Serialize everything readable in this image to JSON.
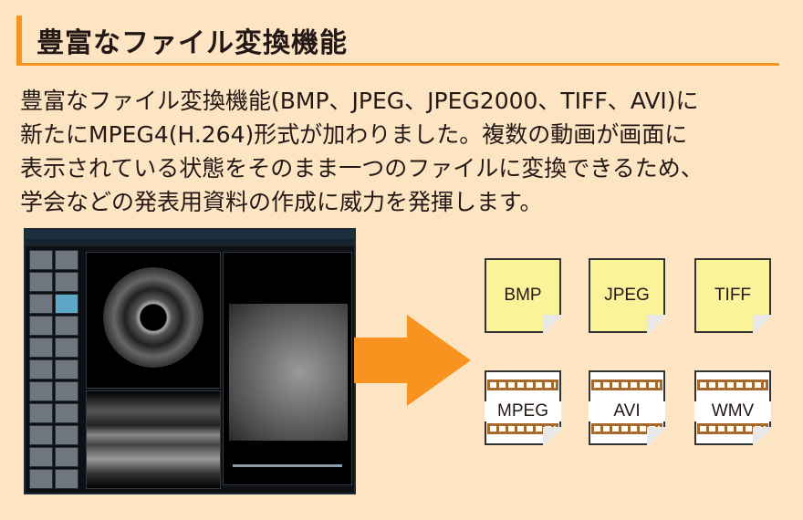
{
  "header": {
    "title": "豊富なファイル変換機能"
  },
  "description": {
    "lines": [
      "豊富なファイル変換機能(BMP、JPEG、JPEG2000、TIFF、AVI)に",
      "新たにMPEG4(H.264)形式が加わりました。複数の動画が画面に",
      "表示されている状態をそのまま一つのファイルに変換できるため、",
      "学会などの発表用資料の作成に威力を発揮します。"
    ]
  },
  "formats": {
    "image": [
      "BMP",
      "JPEG",
      "TIFF"
    ],
    "video": [
      "MPEG",
      "AVI",
      "WMV"
    ]
  },
  "colors": {
    "accent": "#f7931e",
    "background": "#fde5c4",
    "image_file": "#fbf39a",
    "film_strip": "#a86a2c"
  }
}
